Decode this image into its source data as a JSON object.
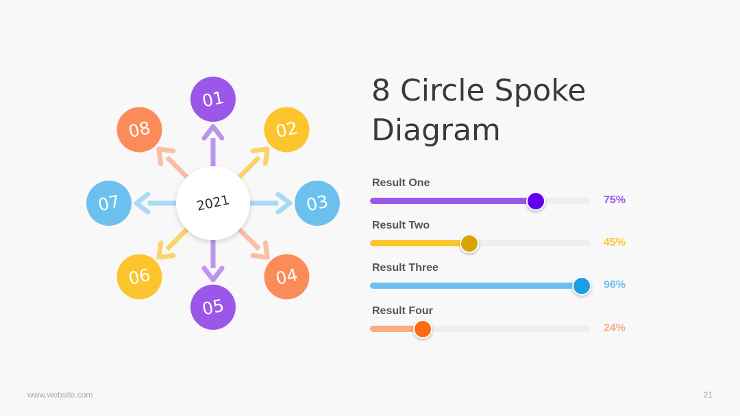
{
  "diagram": {
    "center_label": "2021",
    "spokes": [
      {
        "label": "01",
        "color": "#9b57e8",
        "arrow_color": "#bb94f0"
      },
      {
        "label": "02",
        "color": "#fcc52d",
        "arrow_color": "#fbd36d"
      },
      {
        "label": "03",
        "color": "#6cc0ee",
        "arrow_color": "#a9daf5"
      },
      {
        "label": "04",
        "color": "#fb8c5a",
        "arrow_color": "#fbbea2"
      },
      {
        "label": "05",
        "color": "#9b57e8",
        "arrow_color": "#bb94f0"
      },
      {
        "label": "06",
        "color": "#fcc52d",
        "arrow_color": "#fbd36d"
      },
      {
        "label": "07",
        "color": "#6cc0ee",
        "arrow_color": "#a9daf5"
      },
      {
        "label": "08",
        "color": "#fb8c5a",
        "arrow_color": "#fbbea2"
      }
    ]
  },
  "title": {
    "line1": "8 Circle Spoke",
    "line2": "Diagram"
  },
  "results": [
    {
      "label": "Result One",
      "value": 75,
      "value_text": "75%",
      "bar_color": "#9b57e8",
      "knob_color": "#6200ee",
      "text_color": "#9b57e8"
    },
    {
      "label": "Result Two",
      "value": 45,
      "value_text": "45%",
      "bar_color": "#fcc52d",
      "knob_color": "#d9a300",
      "text_color": "#fcc52d"
    },
    {
      "label": "Result Three",
      "value": 96,
      "value_text": "96%",
      "bar_color": "#6cc0ee",
      "knob_color": "#1a9fe6",
      "text_color": "#6cc0ee"
    },
    {
      "label": "Result Four",
      "value": 24,
      "value_text": "24%",
      "bar_color": "#fbaa84",
      "knob_color": "#ff6a14",
      "text_color": "#fbaa84"
    }
  ],
  "footer": {
    "url": "www.website.com",
    "page": "21"
  }
}
